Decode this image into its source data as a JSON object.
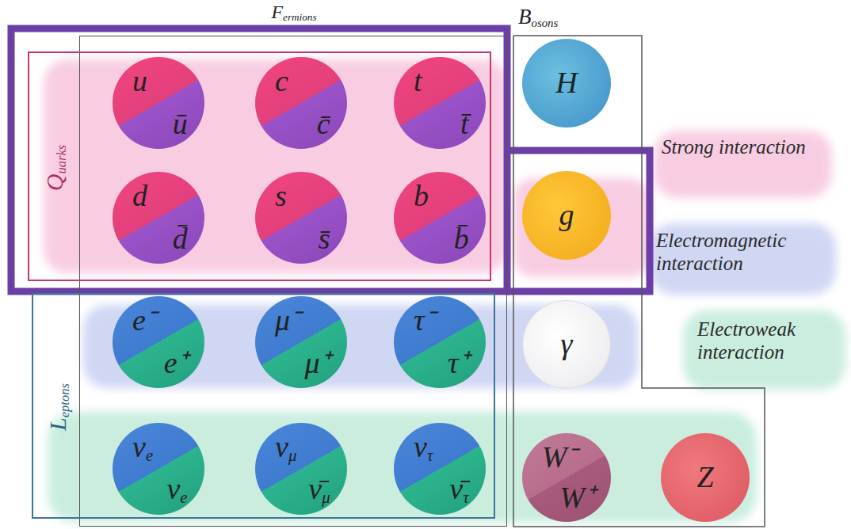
{
  "diagram": {
    "nodes": [
      {
        "text": [
          "Fermions"
        ]
      },
      {
        "text": [
          "Quarks"
        ],
        "in": 0
      },
      {
        "text": [
          "u",
          "ū"
        ],
        "in": 1
      },
      {
        "text": [
          "c",
          "c̄"
        ],
        "in": 1
      },
      {
        "text": [
          "t",
          "t̄"
        ],
        "in": 1
      },
      {
        "text": [
          "d",
          "d̄"
        ],
        "in": 1
      },
      {
        "text": [
          "s",
          "s̄"
        ],
        "in": 1
      },
      {
        "text": [
          "b",
          "b̄"
        ],
        "in": 1
      },
      {
        "text": [
          "Leptons"
        ],
        "in": 0
      },
      {
        "text": [
          "e⁻",
          "e⁺"
        ],
        "in": 8
      },
      {
        "text": [
          "μ⁻",
          "μ⁺"
        ],
        "in": 8
      },
      {
        "text": [
          "τ⁻",
          "τ⁺"
        ],
        "in": 8
      },
      {
        "text": [
          "νe",
          "νe"
        ],
        "in": 8
      },
      {
        "text": [
          "νμ",
          "ν̄μ"
        ],
        "in": 8
      },
      {
        "text": [
          "ντ",
          "ν̄τ"
        ],
        "in": 8
      },
      {
        "text": [
          "Bosons"
        ]
      },
      {
        "text": [
          "H"
        ],
        "in": 15
      },
      {
        "text": [
          "g"
        ],
        "in": 15
      },
      {
        "text": [
          "γ"
        ],
        "in": 15
      },
      {
        "text": [
          "W⁻",
          "W⁺"
        ],
        "in": 15
      },
      {
        "text": [
          "Z"
        ],
        "in": 15
      }
    ],
    "labels": [
      "Strong interaction",
      "Electromagnetic interaction",
      "Electroweak interaction"
    ]
  }
}
